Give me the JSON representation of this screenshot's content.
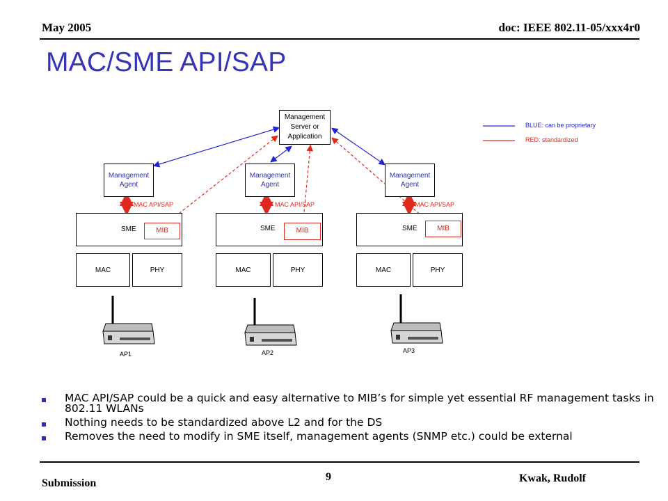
{
  "header": {
    "date": "May 2005",
    "doc": "doc: IEEE 802.11-05/xxx4r0"
  },
  "slide_title": "MAC/SME API/SAP",
  "server": {
    "lines": [
      "Management",
      "Server or",
      "Application"
    ]
  },
  "legend": {
    "blue": "BLUE: can be proprietary",
    "red": "RED: standardized",
    "blue_color": "#2424d0",
    "red_color": "#e0281f"
  },
  "agents": [
    {
      "lines": [
        "Management",
        "Agent"
      ],
      "api": "MAC API/SAP",
      "sme": "SME",
      "mib": "MIB",
      "mac": "MAC",
      "phy": "PHY",
      "ap": "AP1"
    },
    {
      "lines": [
        "Management",
        "Agent"
      ],
      "api": "MAC API/SAP",
      "sme": "SME",
      "mib": "MIB",
      "mac": "MAC",
      "phy": "PHY",
      "ap": "AP2"
    },
    {
      "lines": [
        "Management",
        "Agent"
      ],
      "api": "MAC API/SAP",
      "sme": "SME",
      "mib": "MIB",
      "mac": "MAC",
      "phy": "PHY",
      "ap": "AP3"
    }
  ],
  "bullets": [
    "MAC API/SAP could be a quick and easy alternative to MIB’s for simple yet essential RF management tasks in 802.11 WLANs",
    "Nothing needs to be standardized above L2 and for the DS",
    "Removes the need to modify in SME itself, management agents (SNMP etc.) could be external"
  ],
  "footer": {
    "left": "Submission",
    "page": "9",
    "right": "Kwak, Rudolf"
  }
}
